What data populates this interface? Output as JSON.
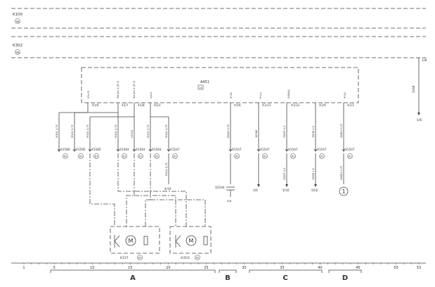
{
  "buses": [
    {
      "label": "K100",
      "circ": "RB"
    },
    {
      "label": "K302",
      "circ": "RB"
    }
  ],
  "right_ref": {
    "top": "1/8",
    "mid": "3438",
    "bottom": "1/6"
  },
  "module": {
    "label": "A451",
    "circ": "10"
  },
  "connectors_top": [
    "X1/6",
    "X1/7",
    "X1/8",
    "X1/2",
    "X1/6",
    "X1/11",
    "X1/12",
    "X1/9",
    "X1/3"
  ],
  "top_labels": [
    "V24 M",
    "Sensor 1 (M 1)",
    "Sensor 2 (M 1)",
    "Input",
    "M SO",
    "M (v)",
    "S/N(A1)",
    "M SO"
  ],
  "wires_upper": [
    "M1R1 0,75",
    "M1X1 0,75",
    "M1X1 0,75",
    "M1X1 0,75",
    "X1532",
    "M1X1 0,75",
    "M1X1 0,75",
    "6B(M) 0,75",
    "38388",
    "7B5PF 2,5",
    "7B5IB 2,5",
    "3B8E1 0,75"
  ],
  "conn_lower": [
    "X1586",
    "X1585",
    "X1585",
    "X1583",
    "X1583",
    "X1583",
    "X1547",
    "X1547",
    "X1547",
    "X1547",
    "X1547",
    "X1547"
  ],
  "conn_lower_circ": [
    "B3",
    "B3",
    "B3",
    "B3",
    "B3",
    "B3",
    "B3",
    "B3",
    "B3",
    "B3",
    "B3",
    "B3"
  ],
  "wires_lower": [
    "M1X1 0,75",
    "7B5PF 2,5",
    "7B5IB 2,5",
    "3B8E1 0,75"
  ],
  "refs_lower": [
    "4/10",
    "3/6",
    "5/16",
    "5/02"
  ],
  "capacitor": {
    "label": "X2544",
    "ref": "5/8"
  },
  "marker": "1",
  "motor1": {
    "symbol": "M",
    "label": "K157",
    "circ": "B3"
  },
  "motor2": {
    "symbol": "M",
    "label": "A35/1",
    "circ": "B3"
  },
  "scale_ticks": [
    "1",
    "5",
    "10",
    "15",
    "20",
    "25",
    "30",
    "35",
    "40",
    "45",
    "50",
    "53"
  ],
  "groups": [
    "A",
    "B",
    "C",
    "D"
  ]
}
